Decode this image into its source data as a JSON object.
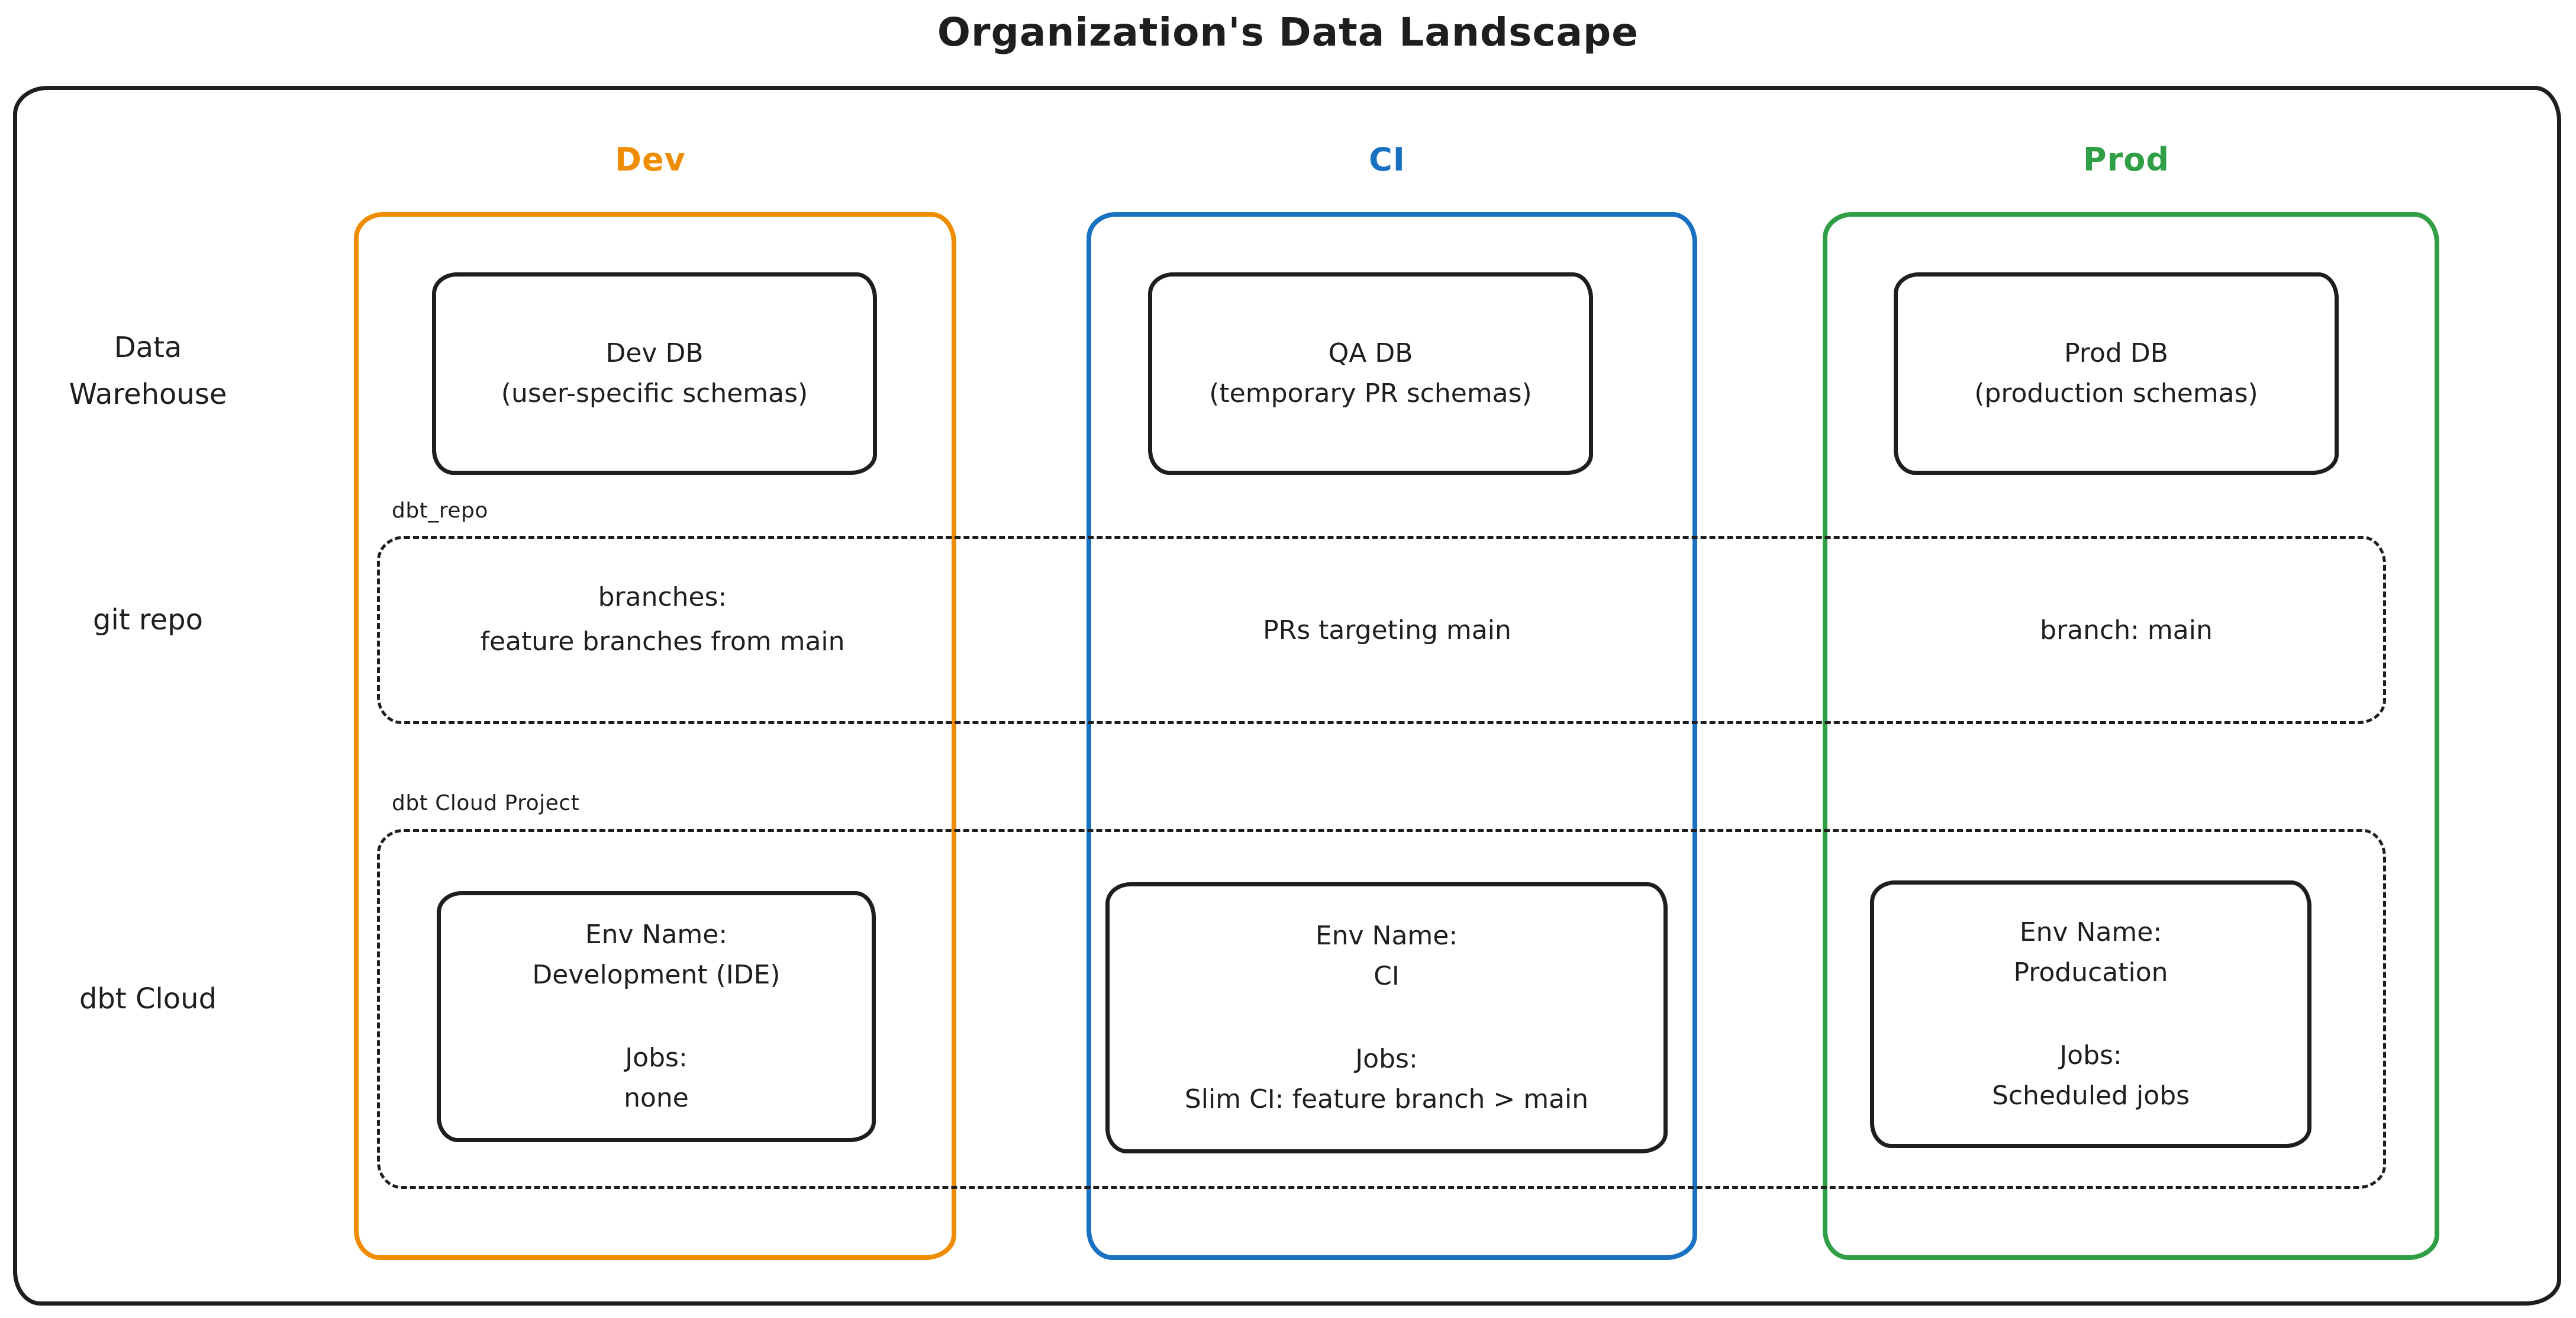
{
  "title": "Organization's Data Landscape",
  "row_labels": {
    "warehouse": "Data Warehouse",
    "git": "git repo",
    "dbt": "dbt Cloud"
  },
  "group_labels": {
    "repo": "dbt_repo",
    "cloud": "dbt Cloud Project"
  },
  "colors": {
    "ink": "#1e1e1e",
    "dev": "#f08c00",
    "ci": "#1971c2",
    "prod": "#2f9e44"
  },
  "columns": [
    {
      "key": "dev",
      "header": "Dev",
      "db_name": "Dev DB",
      "db_detail": "(user-specific schemas)",
      "repo_line1": "branches:",
      "repo_line2": "feature branches from main",
      "env_label": "Env Name:",
      "env_name": "Development (IDE)",
      "jobs_label": "Jobs:",
      "jobs_value": "none"
    },
    {
      "key": "ci",
      "header": "CI",
      "db_name": "QA DB",
      "db_detail": "(temporary PR schemas)",
      "repo_line1": "PRs targeting main",
      "repo_line2": "",
      "env_label": "Env Name:",
      "env_name": "CI",
      "jobs_label": "Jobs:",
      "jobs_value": "Slim CI: feature branch > main"
    },
    {
      "key": "prod",
      "header": "Prod",
      "db_name": "Prod DB",
      "db_detail": "(production schemas)",
      "repo_line1": "branch: main",
      "repo_line2": "",
      "env_label": "Env Name:",
      "env_name": "Producation",
      "jobs_label": "Jobs:",
      "jobs_value": "Scheduled jobs"
    }
  ]
}
